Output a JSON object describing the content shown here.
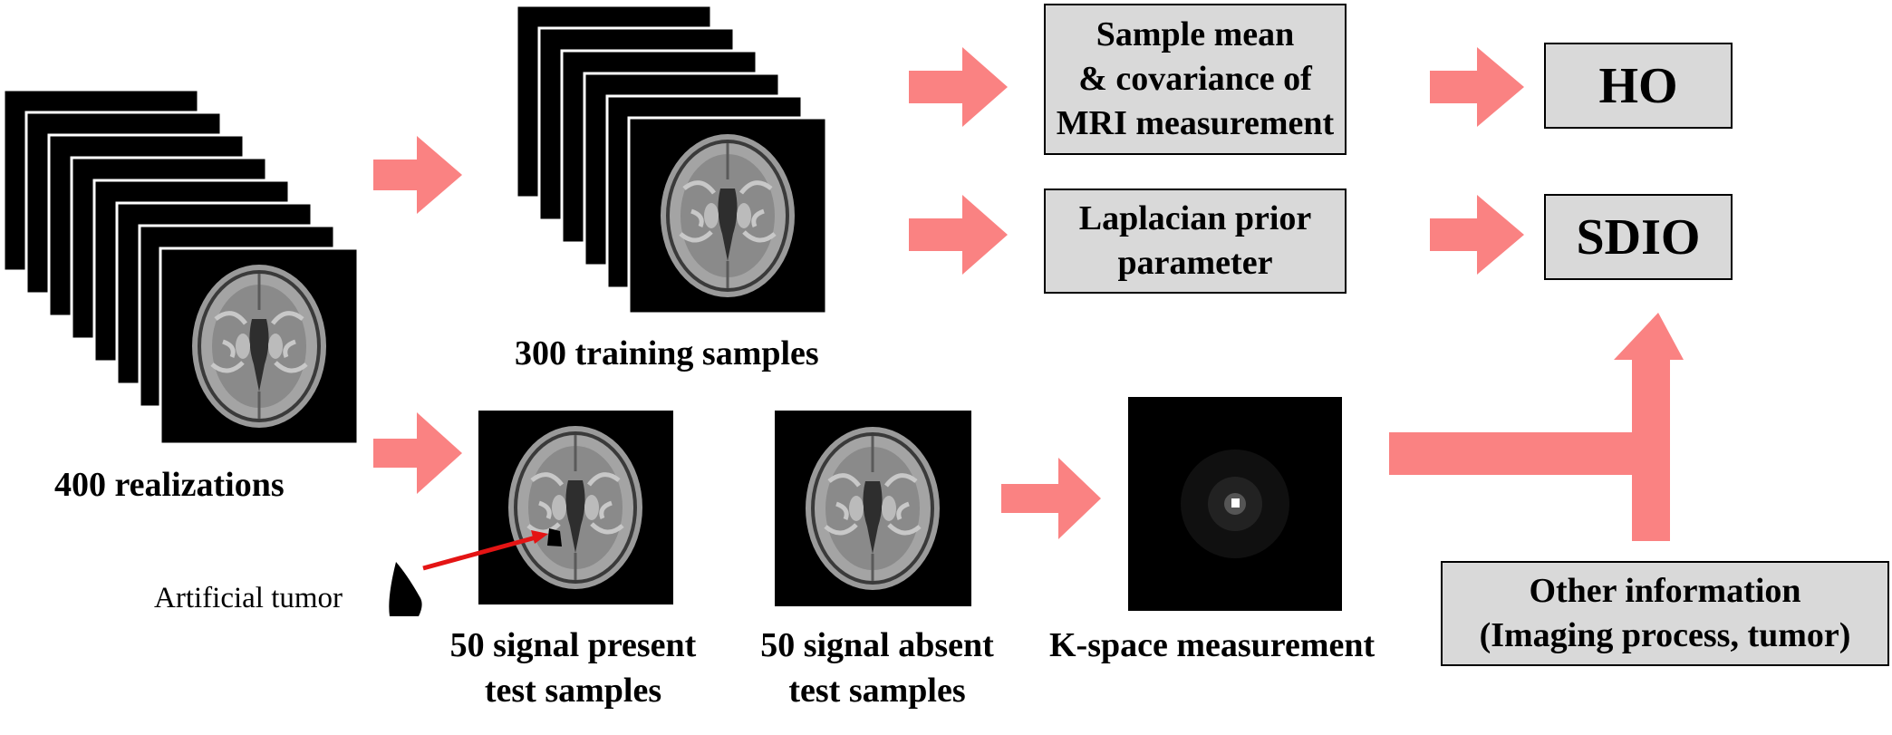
{
  "labels": {
    "realizations": "400 realizations",
    "training": "300 training samples",
    "signal_present_line1": "50 signal present",
    "signal_present_line2": "test samples",
    "signal_absent_line1": "50 signal absent",
    "signal_absent_line2": "test samples",
    "kspace": "K-space measurement",
    "tumor": "Artificial tumor"
  },
  "boxes": {
    "sample_mean_line1": "Sample mean",
    "sample_mean_line2": "& covariance of",
    "sample_mean_line3": "MRI measurement",
    "laplacian_line1": "Laplacian prior",
    "laplacian_line2": "parameter",
    "ho": "HO",
    "sdio": "SDIO",
    "other_line1": "Other information",
    "other_line2": "(Imaging process, tumor)"
  },
  "colors": {
    "arrow": "#fa8282",
    "box_fill": "#d9d9d9",
    "tumor_pointer": "#e41414"
  }
}
